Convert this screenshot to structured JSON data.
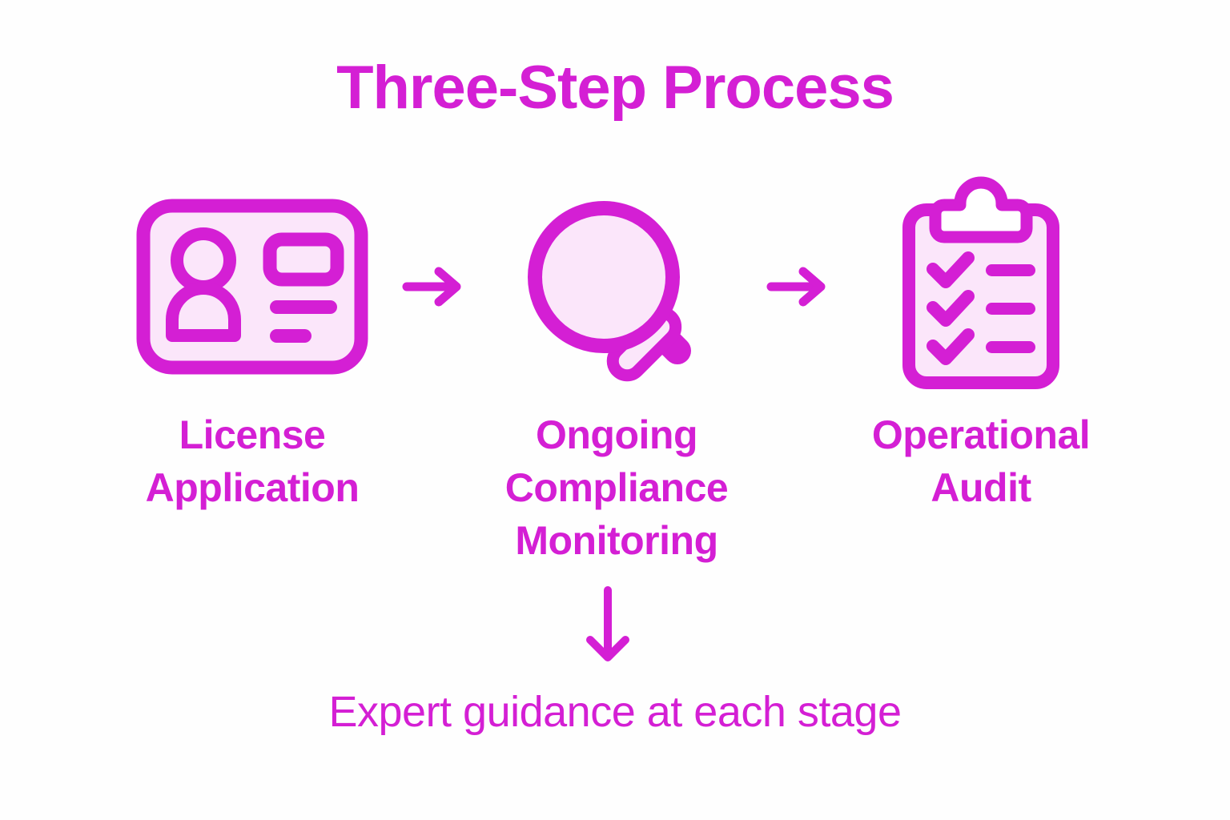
{
  "page": {
    "title": "Three-Step Process",
    "background_color": "#fefefe",
    "accent_color": "#d41fd4",
    "icon_fill_color": "#fbe6fa"
  },
  "steps": [
    {
      "label": "License Application",
      "icon": "id-card-icon",
      "icon_label": "id-card"
    },
    {
      "label": "Ongoing Compliance Monitoring",
      "icon": "magnifying-glass-icon",
      "icon_label": "magnifying-glass"
    },
    {
      "label": "Operational Audit",
      "icon": "clipboard-checklist-icon",
      "icon_label": "clipboard-checklist"
    }
  ],
  "connectors": [
    {
      "name": "arrow-right-icon-1",
      "direction": "right"
    },
    {
      "name": "arrow-right-icon-2",
      "direction": "right"
    },
    {
      "name": "arrow-down-icon",
      "direction": "down"
    }
  ],
  "caption": "Expert guidance at each stage"
}
